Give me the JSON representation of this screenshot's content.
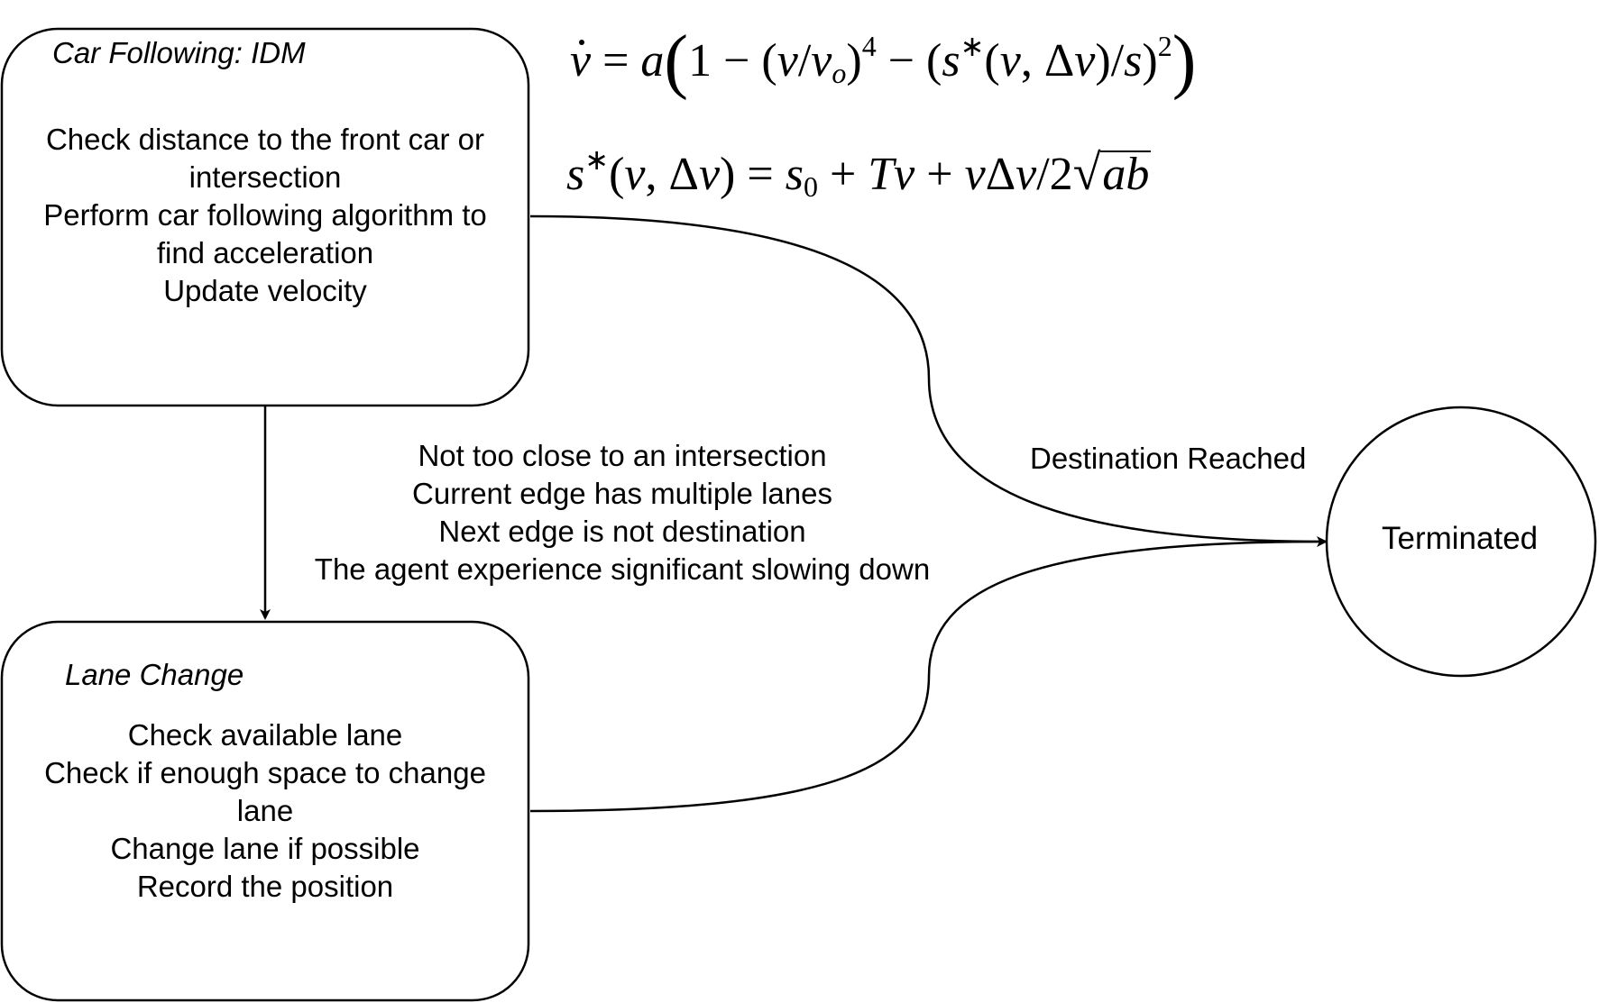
{
  "nodes": {
    "car_following": {
      "title": "Car Following: IDM",
      "lines": [
        "Check distance to the front car or",
        "intersection",
        "Perform car following algorithm to",
        "find acceleration",
        "Update velocity"
      ]
    },
    "lane_change": {
      "title": "Lane Change",
      "lines": [
        "Check available lane",
        "Check if enough space to change",
        "lane",
        "Change lane if possible",
        "Record the position"
      ]
    },
    "terminated": {
      "label": "Terminated"
    }
  },
  "edges": {
    "to_lane_change": {
      "conditions": [
        "Not too close to an intersection",
        "Current edge has multiple lanes",
        "Next edge is not destination",
        "The agent experience significant slowing down"
      ]
    },
    "to_terminated": {
      "label": "Destination Reached"
    }
  },
  "equations": {
    "idm_acceleration": "v̇ = a(1 − (v/vo)^4 − (s*(v,Δv)/s)^2)",
    "desired_gap": "s*(v,Δv) = s0 + Tv + vΔv/2√ab"
  }
}
